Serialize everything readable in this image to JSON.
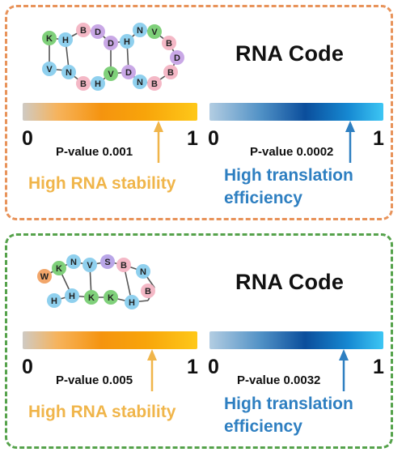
{
  "panels": [
    {
      "title": "RNA Code",
      "scale_min": "0",
      "scale_max": "1",
      "stability": {
        "pvalue": "P-value 0.001",
        "label": "High RNA stability",
        "fraction": 0.78,
        "color": "#f0b54a"
      },
      "translation": {
        "pvalue": "P-value 0.0002",
        "label": "High translation efficiency",
        "fraction": 0.81,
        "color": "#2e7fc1"
      },
      "nodes": [
        "K",
        "H",
        "B",
        "D",
        "D",
        "H",
        "N",
        "V",
        "B",
        "D",
        "B",
        "N",
        "D",
        "V",
        "H",
        "B",
        "N",
        "V"
      ]
    },
    {
      "title": "RNA Code",
      "scale_min": "0",
      "scale_max": "1",
      "stability": {
        "pvalue": "P-value 0.005",
        "label": "High RNA stability",
        "fraction": 0.74,
        "color": "#f0b54a"
      },
      "translation": {
        "pvalue": "P-value 0.0032",
        "label": "High translation efficiency",
        "fraction": 0.77,
        "color": "#2e7fc1"
      },
      "nodes": [
        "W",
        "K",
        "N",
        "V",
        "S",
        "B",
        "N",
        "B",
        "H",
        "K",
        "K",
        "H",
        "H"
      ]
    }
  ]
}
